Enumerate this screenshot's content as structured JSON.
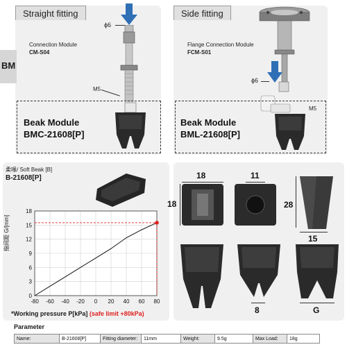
{
  "top": {
    "straight": {
      "tab": "Straight fitting",
      "phi": "ϕ6",
      "conn_caption": "Connection Module",
      "conn_model": "CM-S04",
      "m5": "M5",
      "beak_title": "Beak Module",
      "beak_model": "BMC-21608[P]"
    },
    "side": {
      "tab": "Side fitting",
      "conn_caption": "Flange Connection Module",
      "conn_model": "FCM-S01",
      "phi": "ϕ6",
      "m5": "M5",
      "beak_title": "Beak Module",
      "beak_model": "BML-21608[P]"
    },
    "side_label": "BM"
  },
  "soft_beak": {
    "label": "柔喙/ Soft Beak [B]",
    "model": "B-21608[P]"
  },
  "dimensions": {
    "top_width": "18",
    "side_height": "18",
    "inner": "11",
    "depth": "28",
    "bottom": "15",
    "bottom_width": "8",
    "gap": "G"
  },
  "chart_data": {
    "type": "line",
    "x": [
      -80,
      -60,
      -40,
      -20,
      0,
      20,
      40,
      60,
      80
    ],
    "series": [
      {
        "values": [
          0,
          2,
          4,
          6,
          8,
          10,
          12.3,
          14,
          15.5
        ]
      }
    ],
    "x_ticks": [
      "-80",
      "-60",
      "-40",
      "-20",
      "0",
      "20",
      "40",
      "60",
      "80"
    ],
    "y_ticks": [
      "0",
      "3",
      "6",
      "9",
      "12",
      "15",
      "18"
    ],
    "xlim": [
      -80,
      80
    ],
    "ylim": [
      0,
      18
    ],
    "ylabel": "指间距 G/[mm]",
    "xlabel_main": "*Working pressure P[kPa]",
    "xlabel_note": "(safe limit +80kPa)",
    "marker": {
      "x": 80,
      "y": 15.5
    },
    "grid": true,
    "colors": {
      "line": "#111111",
      "marker": "#e02020",
      "dash": "#e02020"
    }
  },
  "parameter": {
    "title": "Parameter",
    "rows": [
      [
        "Name:",
        "B-21608[P]",
        "Fitting diameter:",
        "11mm",
        "Weight:",
        "9.5g",
        "Max Load:",
        "18g"
      ]
    ]
  }
}
